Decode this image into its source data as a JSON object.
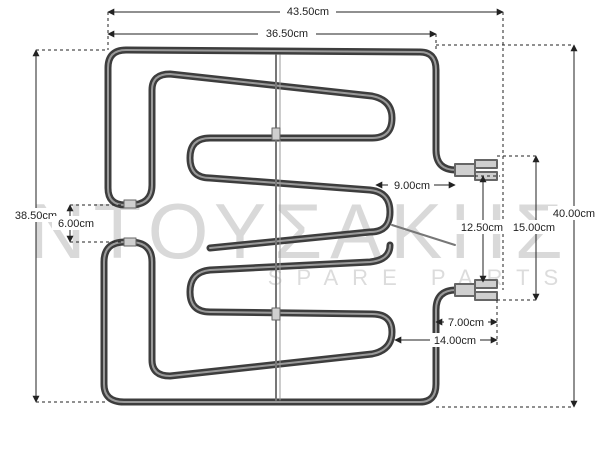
{
  "watermark": {
    "brand": "ΝΤΟΥΣΑΚΗΣ",
    "tagline": "SPARE PARTS"
  },
  "dimensions": {
    "overall_width": "43.50cm",
    "inner_width": "36.50cm",
    "left_height": "38.50cm",
    "right_height": "40.00cm",
    "center_gap": "6.00cm",
    "terminal_inset": "9.00cm",
    "terminal_span_inner": "12.50cm",
    "terminal_span_outer": "15.00cm",
    "lower_inset_small": "7.00cm",
    "lower_inset_large": "14.00cm"
  },
  "colors": {
    "element": "#4a4a4a",
    "element_highlight": "#8a8a8a",
    "dim_line": "#222222",
    "watermark": "#d9d9d9"
  }
}
